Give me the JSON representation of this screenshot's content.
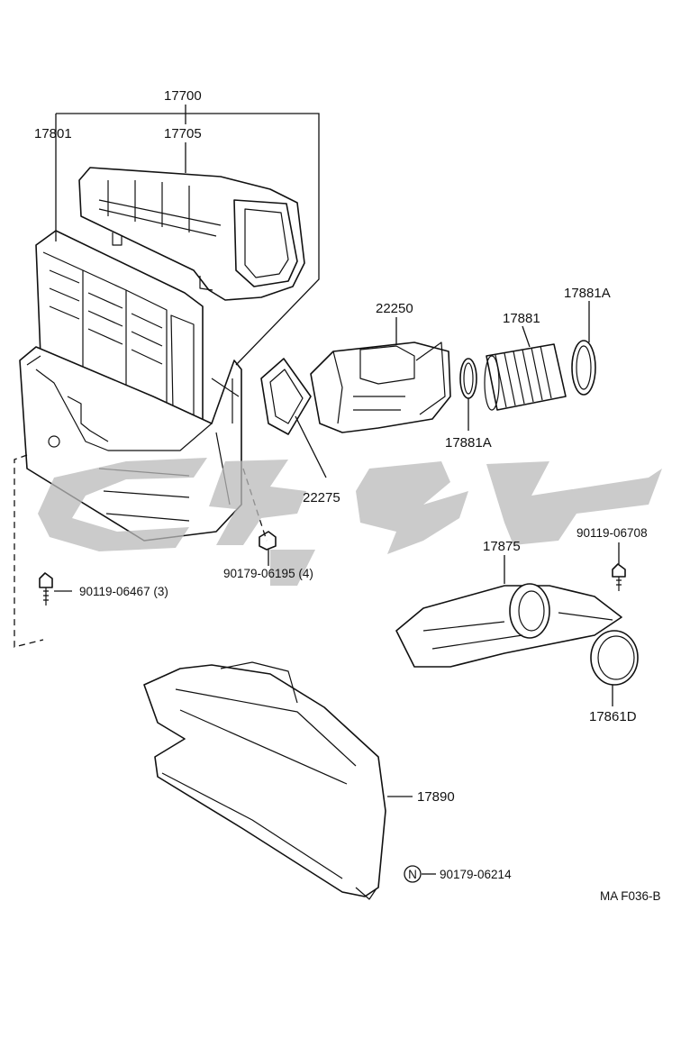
{
  "labels": {
    "p17700": "17700",
    "p17705": "17705",
    "p17801": "17801",
    "p22250": "22250",
    "p17881": "17881",
    "p17881A_top": "17881A",
    "p17881A_bottom": "17881A",
    "p22275": "22275",
    "p90179_06195": "90179-06195 (4)",
    "p90119_06467": "90119-06467 (3)",
    "p17875": "17875",
    "p90119_06708": "90119-06708",
    "p17861D": "17861D",
    "p17890": "17890",
    "p90179_06214": "90179-06214",
    "n_symbol": "N",
    "figure_code": "MA F036-B"
  },
  "watermark": {
    "color": "#b9b9b9"
  }
}
